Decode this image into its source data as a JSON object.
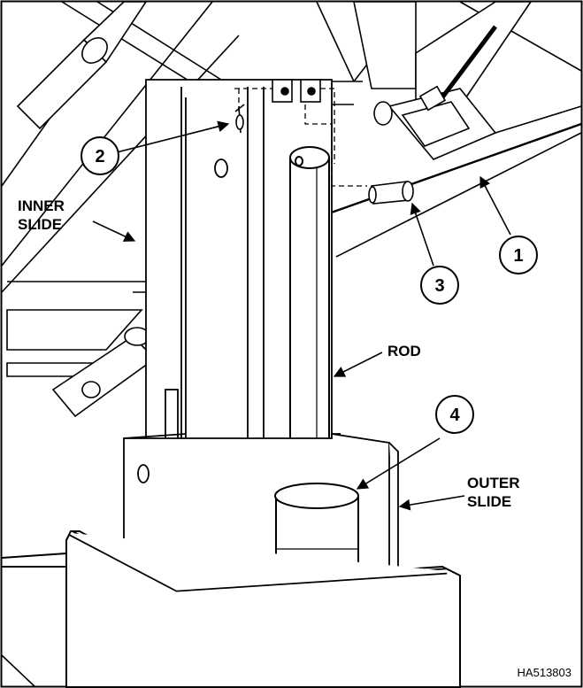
{
  "figure": {
    "labels": {
      "inner_slide_line1": "INNER",
      "inner_slide_line2": "SLIDE",
      "rod": "ROD",
      "outer_slide_line1": "OUTER",
      "outer_slide_line2": "SLIDE"
    },
    "callouts": [
      "1",
      "2",
      "3",
      "4"
    ],
    "reference_code": "HA513803"
  }
}
